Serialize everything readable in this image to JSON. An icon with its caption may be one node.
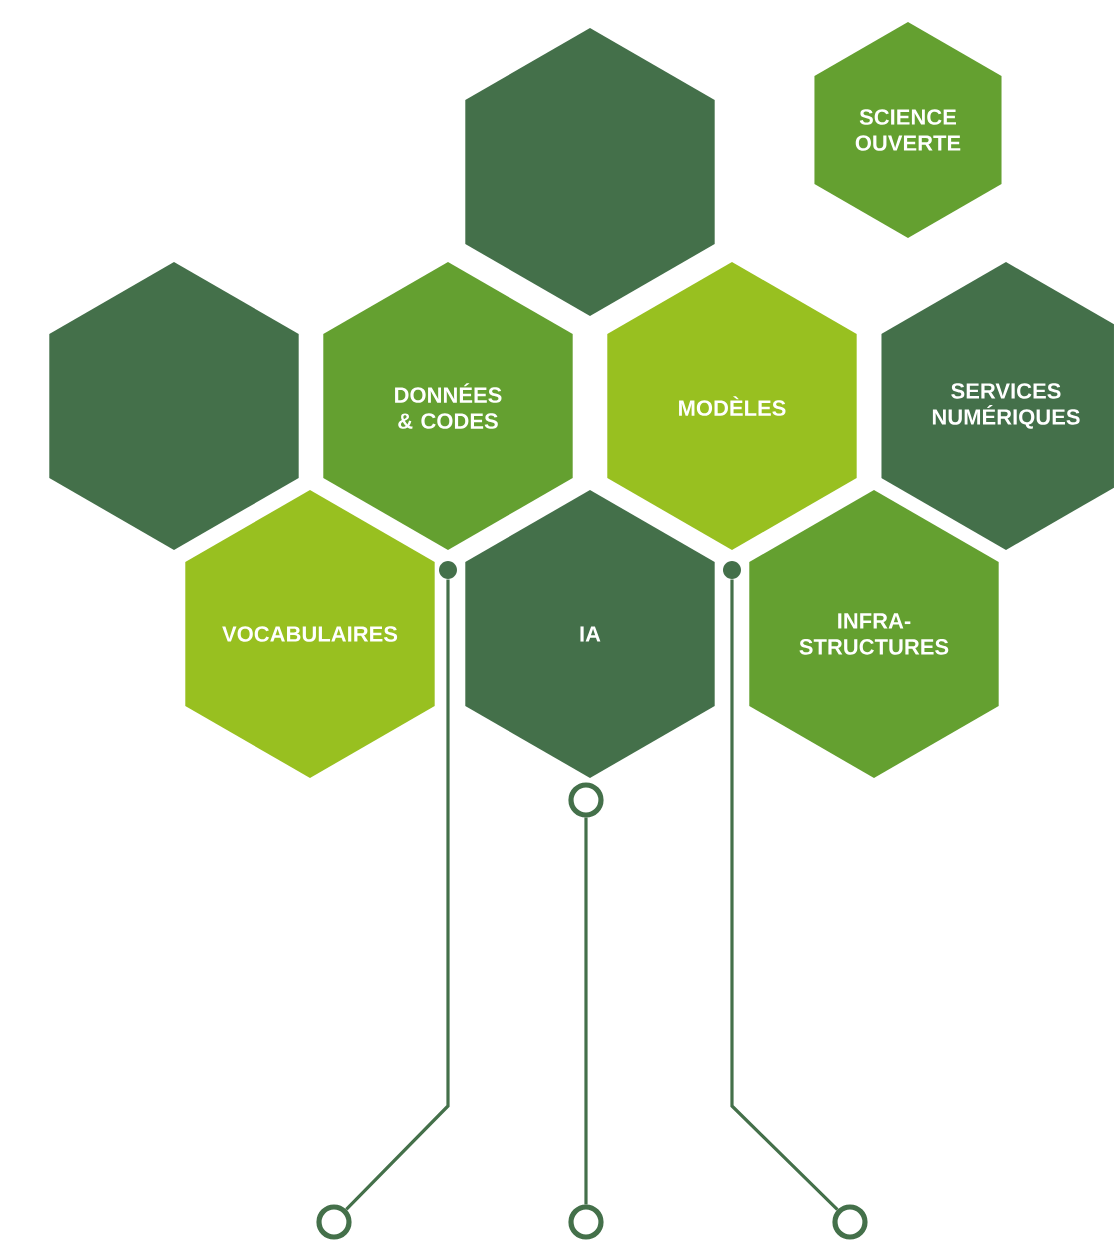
{
  "diagram": {
    "nodes": [
      {
        "text": [],
        "shape": "hexagon"
      },
      {
        "text": [
          "SCIENCE OUVERTE"
        ]
      },
      {
        "text": [],
        "shape": "hexagon"
      },
      {
        "text": [
          "DONNÉES & CODES"
        ]
      },
      {
        "text": [
          "MODÈLES"
        ]
      },
      {
        "text": [
          "SERVICES NUMÉRIQUES"
        ]
      },
      {
        "text": [
          "VOCABULAIRES"
        ]
      },
      {
        "text": [
          "IA"
        ]
      },
      {
        "text": [
          "INFRA- STRUCTURES"
        ]
      },
      {
        "text": [],
        "shape": "circle"
      },
      {
        "text": [],
        "shape": "circle"
      },
      {
        "text": [],
        "shape": "circle"
      },
      {
        "text": [],
        "shape": "circle"
      },
      {
        "text": [],
        "shape": "circle"
      },
      {
        "text": [],
        "shape": "circle"
      }
    ],
    "edges": [
      {
        "from": 9,
        "to": 12,
        "arrow": "none"
      },
      {
        "from": 11,
        "to": 13,
        "arrow": "none"
      },
      {
        "from": 10,
        "to": 14,
        "arrow": "none"
      }
    ]
  }
}
